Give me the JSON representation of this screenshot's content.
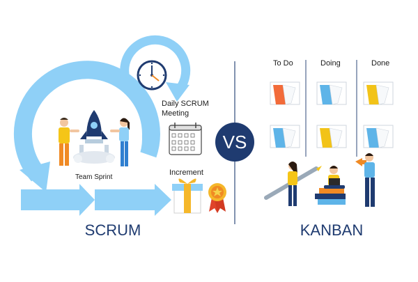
{
  "scrum": {
    "title": "SCRUM",
    "daily_line1": "Daily SCRUM",
    "daily_line2": "Meeting",
    "team_sprint": "Team Sprint",
    "increment": "Increment"
  },
  "vs_label": "VS",
  "kanban": {
    "title": "KANBAN",
    "columns": [
      {
        "label": "To Do",
        "accent": "#f26b3a"
      },
      {
        "label": "Doing",
        "accent": "#5eb4e8"
      },
      {
        "label": "Done",
        "accent": "#f2c318"
      }
    ]
  },
  "colors": {
    "cycle_blue": "#8fd0f7",
    "dark_blue": "#1f3b70",
    "divider": "#2e4a7a",
    "gold": "#f5b72a",
    "orange": "#f08a24"
  }
}
